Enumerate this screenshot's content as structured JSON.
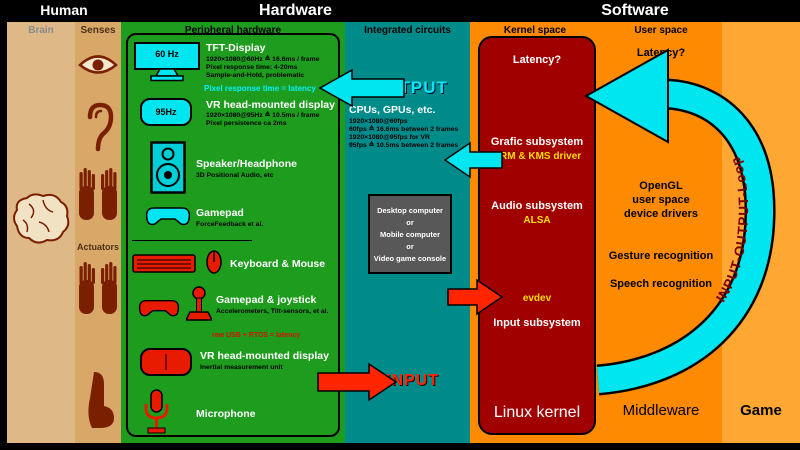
{
  "colors": {
    "cyan_accent": "#00e6f0",
    "red_accent": "#ff2500",
    "kernel_red": "#a00000",
    "green_column": "#1e9c1e",
    "teal_column": "#008b8b",
    "orange_space": "#fd8a00",
    "orange_game": "#ffa733",
    "yellow_text": "#ffdf00",
    "loop_text": "#7a0000"
  },
  "header": {
    "human": "Human",
    "hardware": "Hardware",
    "software": "Software"
  },
  "columns": {
    "brain_label": "Brain",
    "senses_label": "Senses",
    "actuators_label": "Actuators",
    "peripheral_label": "Peripheral hardware",
    "ics_label": "Integrated circuits",
    "kernel_space_label": "Kernel space",
    "user_space_label": "User space"
  },
  "devices": [
    {
      "badge": "60 Hz",
      "title": "TFT-Display",
      "specs": [
        "1920×1080@60Hz ≙ 16.6ms / frame",
        "Pixel response time: 4-20ms",
        "Sample-and-Hold, problematic"
      ],
      "note": "Pixel response time = latency"
    },
    {
      "badge": "95Hz",
      "title": "VR head-mounted display",
      "specs": [
        "1920×1080@95Hz ≙ 10.5ms / frame",
        "Pixel persistence ca 2ms"
      ]
    },
    {
      "title": "Speaker/Headphone",
      "specs": [
        "3D Positional Audio, etc"
      ]
    },
    {
      "title": "Gamepad",
      "specs": [
        "ForceFeedback et al."
      ]
    },
    {
      "title": "Keyboard & Mouse"
    },
    {
      "title": "Gamepad & joystick",
      "specs": [
        "Accelerometers, Tilt-sensors, et al."
      ],
      "note": "raw USB + RTOS = latency"
    },
    {
      "title": "VR head-mounted display",
      "specs": [
        "Inertial measurement unit"
      ]
    },
    {
      "title": "Microphone"
    }
  ],
  "integrated_circuits": {
    "output_label": "OUTPUT",
    "cpus_title": "CPUs, GPUs, etc.",
    "cpus_specs": [
      "1920×1080@60fps",
      "60fps ≙ 16.6ms between 2 frames",
      "1920×1080@95fps for VR",
      "95fps ≙ 10.5ms between 2 frames"
    ],
    "computer_box": [
      "Desktop computer",
      "or",
      "Mobile computer",
      "or",
      "Video game console"
    ],
    "input_label": "INPUT"
  },
  "kernel": {
    "latency": "Latency?",
    "graphics_subsystem": "Grafic subsystem",
    "drm_driver": "DRM & KMS driver",
    "audio_subsystem": "Audio subsystem",
    "alsa": "ALSA",
    "evdev": "evdev",
    "input_subsystem": "Input subsystem",
    "title": "Linux kernel"
  },
  "user_space": {
    "latency": "Latency?",
    "opengl_lines": [
      "OpenGL",
      "user space",
      "device drivers"
    ],
    "gesture": "Gesture recognition",
    "speech": "Speech recognition",
    "title": "Middleware"
  },
  "game": {
    "title": "Game"
  },
  "loop": {
    "label": "INPUT-OUTPUT-Loop"
  }
}
